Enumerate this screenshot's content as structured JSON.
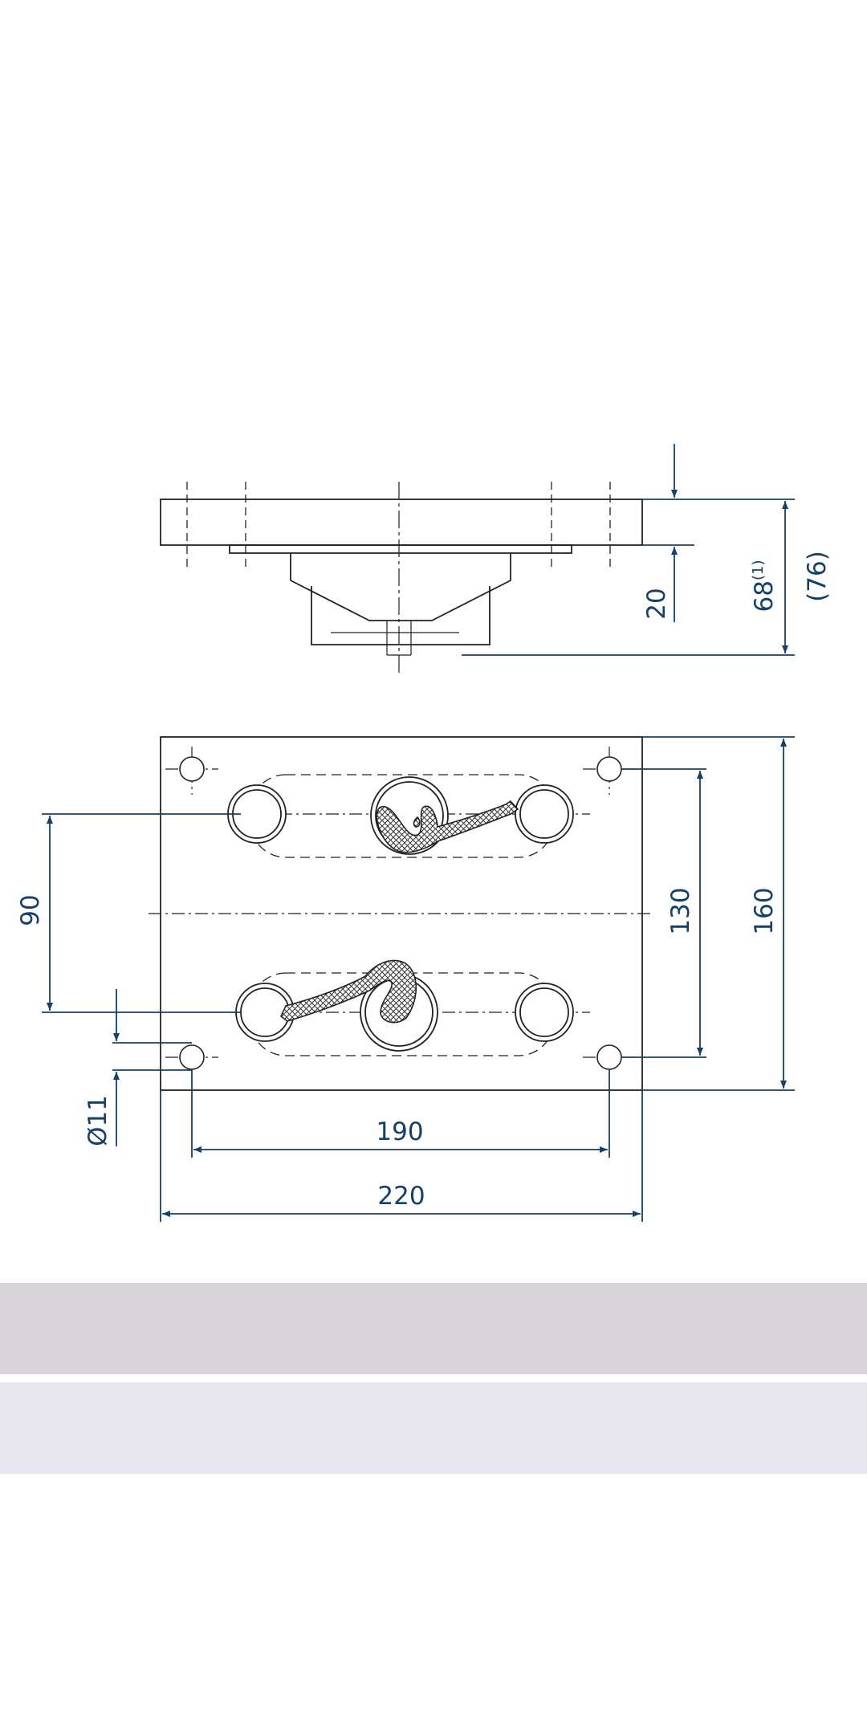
{
  "colors": {
    "outline": "#222222",
    "dimension": "#15406a",
    "band_top": "#d8d4da",
    "band_bottom": "#e6e7f0"
  },
  "side_view": {
    "dim_20": "20",
    "dim_68": "68",
    "dim_68_note": "(1)",
    "dim_76": "(76)"
  },
  "plan_view": {
    "dim_90": "90",
    "dim_130": "130",
    "dim_160": "160",
    "dim_190": "190",
    "dim_220": "220",
    "dim_hole": "Ø11"
  }
}
